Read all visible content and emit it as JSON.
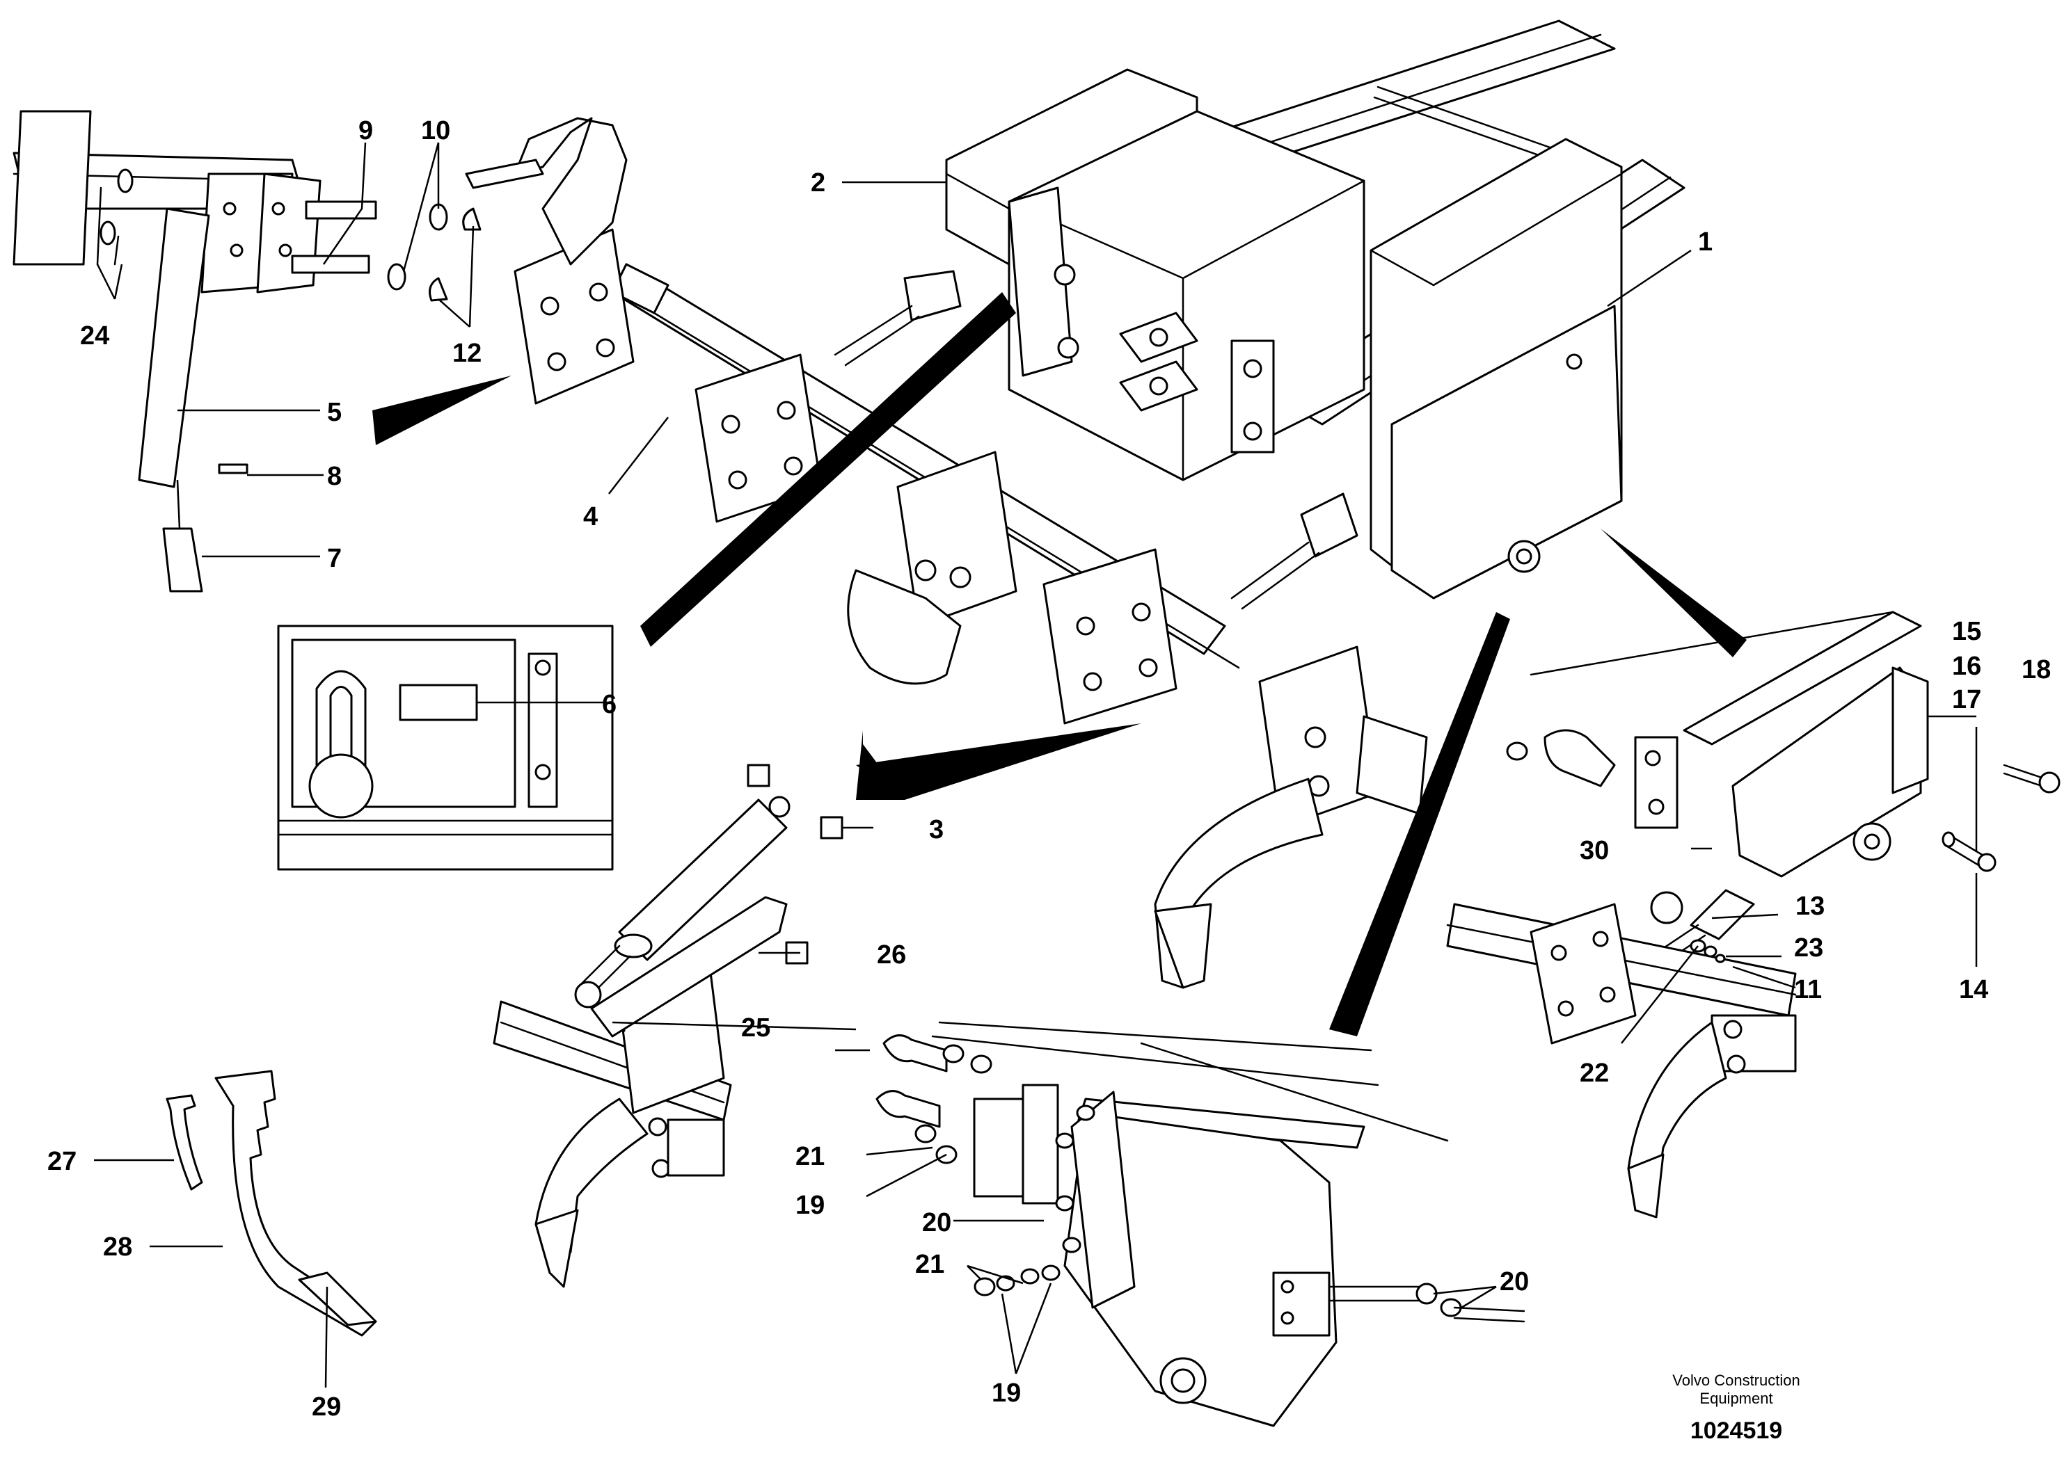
{
  "callouts": [
    "1",
    "2",
    "3",
    "4",
    "5",
    "6",
    "7",
    "8",
    "9",
    "10",
    "12",
    "24",
    "11",
    "13",
    "14",
    "15",
    "16",
    "17",
    "18",
    "19",
    "20",
    "21",
    "22",
    "23",
    "25",
    "26",
    "27",
    "28",
    "29",
    "30"
  ],
  "footer": {
    "company_line1": "Volvo Construction",
    "company_line2": "Equipment",
    "doc_number": "1024519"
  }
}
